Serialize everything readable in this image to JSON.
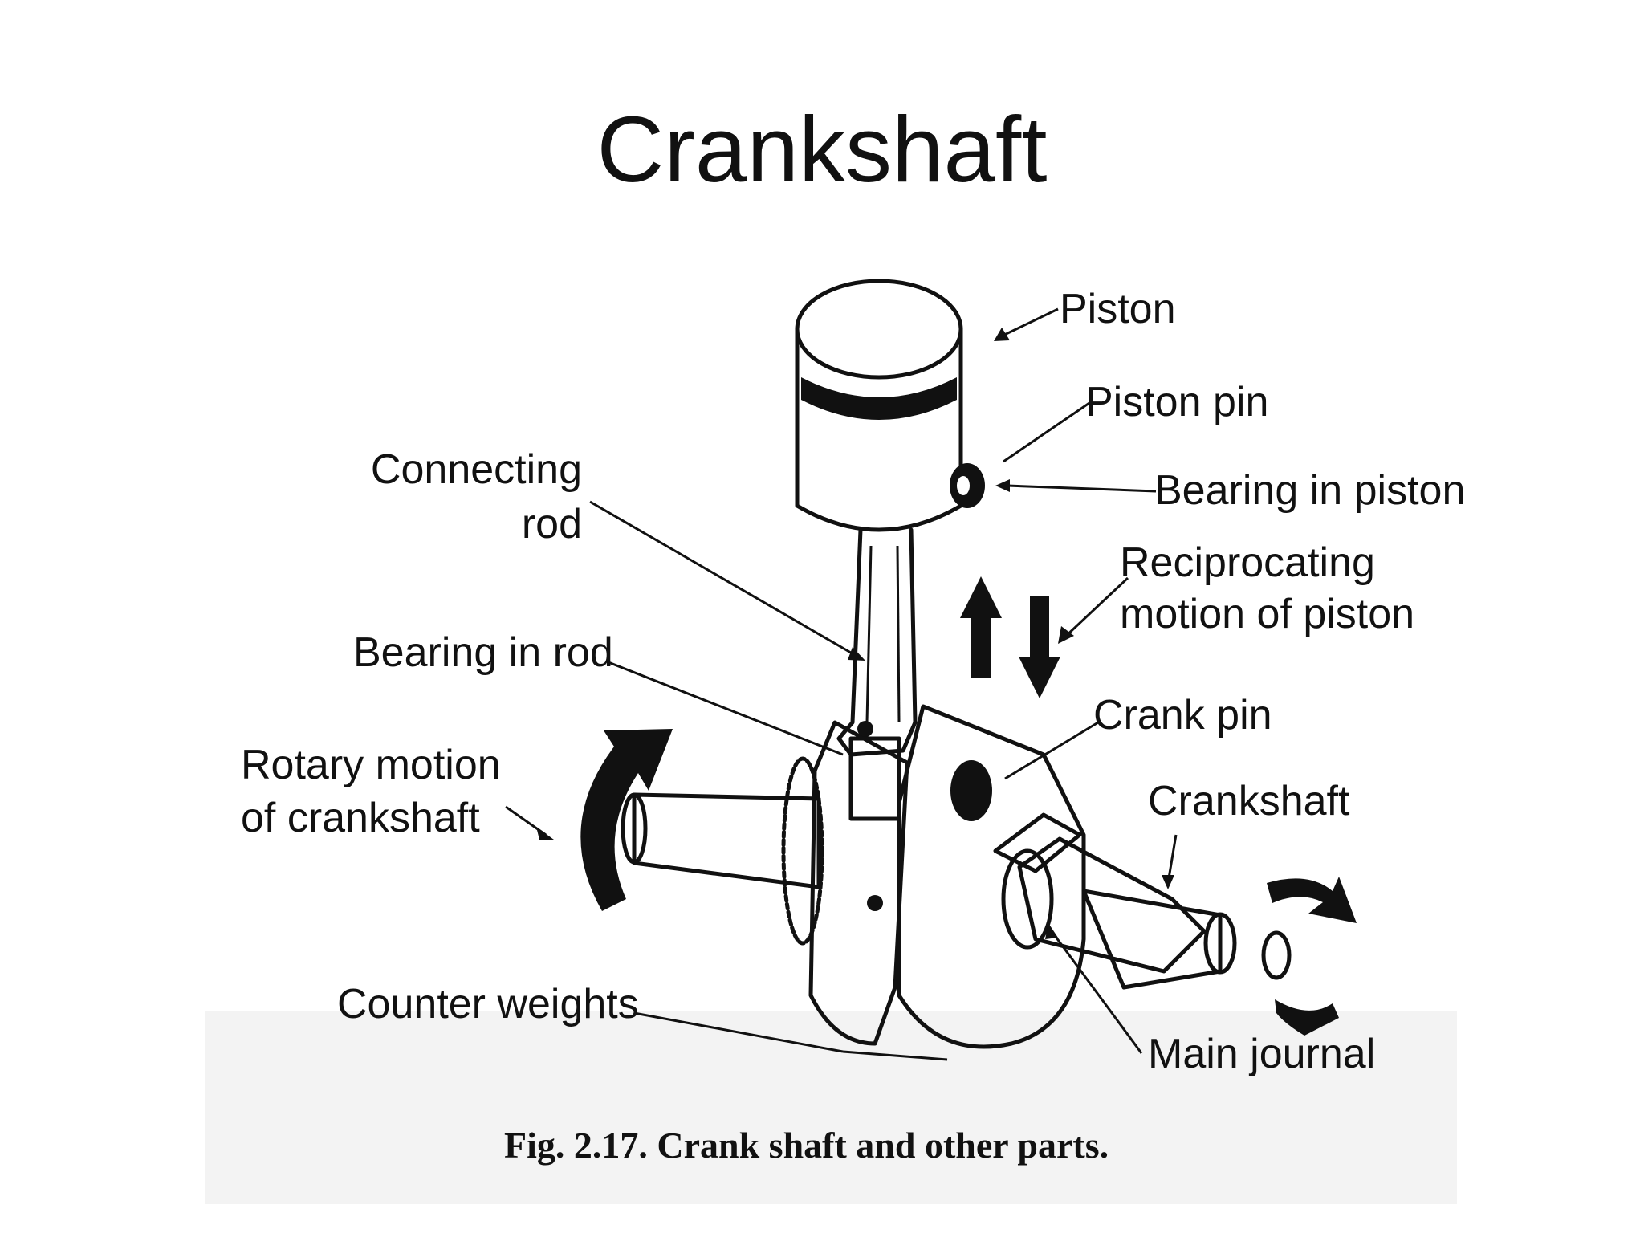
{
  "title": "Crankshaft",
  "labels": {
    "piston": "Piston",
    "piston_pin": "Piston pin",
    "bearing_in_piston": "Bearing in piston",
    "connecting_rod_line1": "Connecting",
    "connecting_rod_line2": "rod",
    "reciprocating_line1": "Reciprocating",
    "reciprocating_line2": "motion of piston",
    "bearing_in_rod": "Bearing in rod",
    "crank_pin": "Crank pin",
    "rotary_line1": "Rotary motion",
    "rotary_line2": "of crankshaft",
    "crankshaft": "Crankshaft",
    "counter_weights": "Counter weights",
    "main_journal": "Main journal"
  },
  "caption": "Fig. 2.17. Crank shaft and other parts."
}
